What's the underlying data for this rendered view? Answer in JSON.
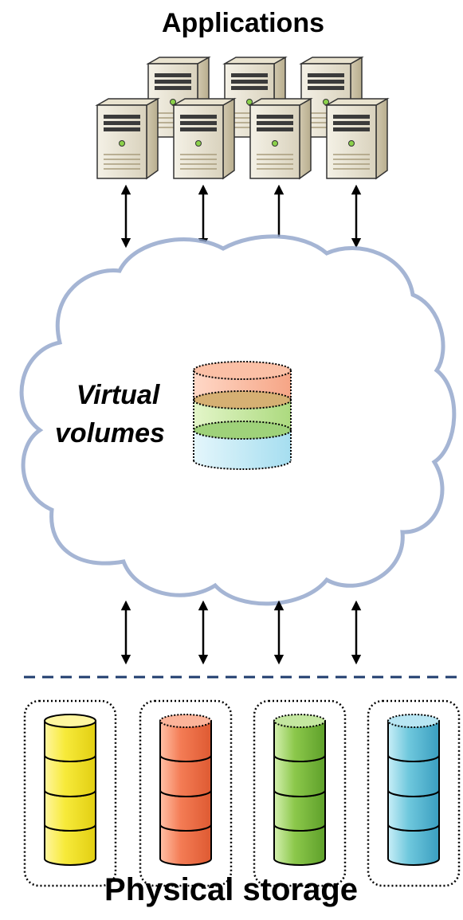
{
  "title": "Applications",
  "cloud_label_line1": "Virtual",
  "cloud_label_line2": "volumes",
  "footer": "Physical storage",
  "icons": {
    "server": "server-icon",
    "arrow": "bidirectional-arrow-icon",
    "cylinder": "storage-cylinder-icon"
  },
  "colors": {
    "yellow": "#f7ea3a",
    "orange": "#f47c55",
    "green": "#8cc84b",
    "blue": "#6fc8dd",
    "cloud_stroke": "#8fa3c9",
    "dashed_line": "#1f3c6e"
  }
}
